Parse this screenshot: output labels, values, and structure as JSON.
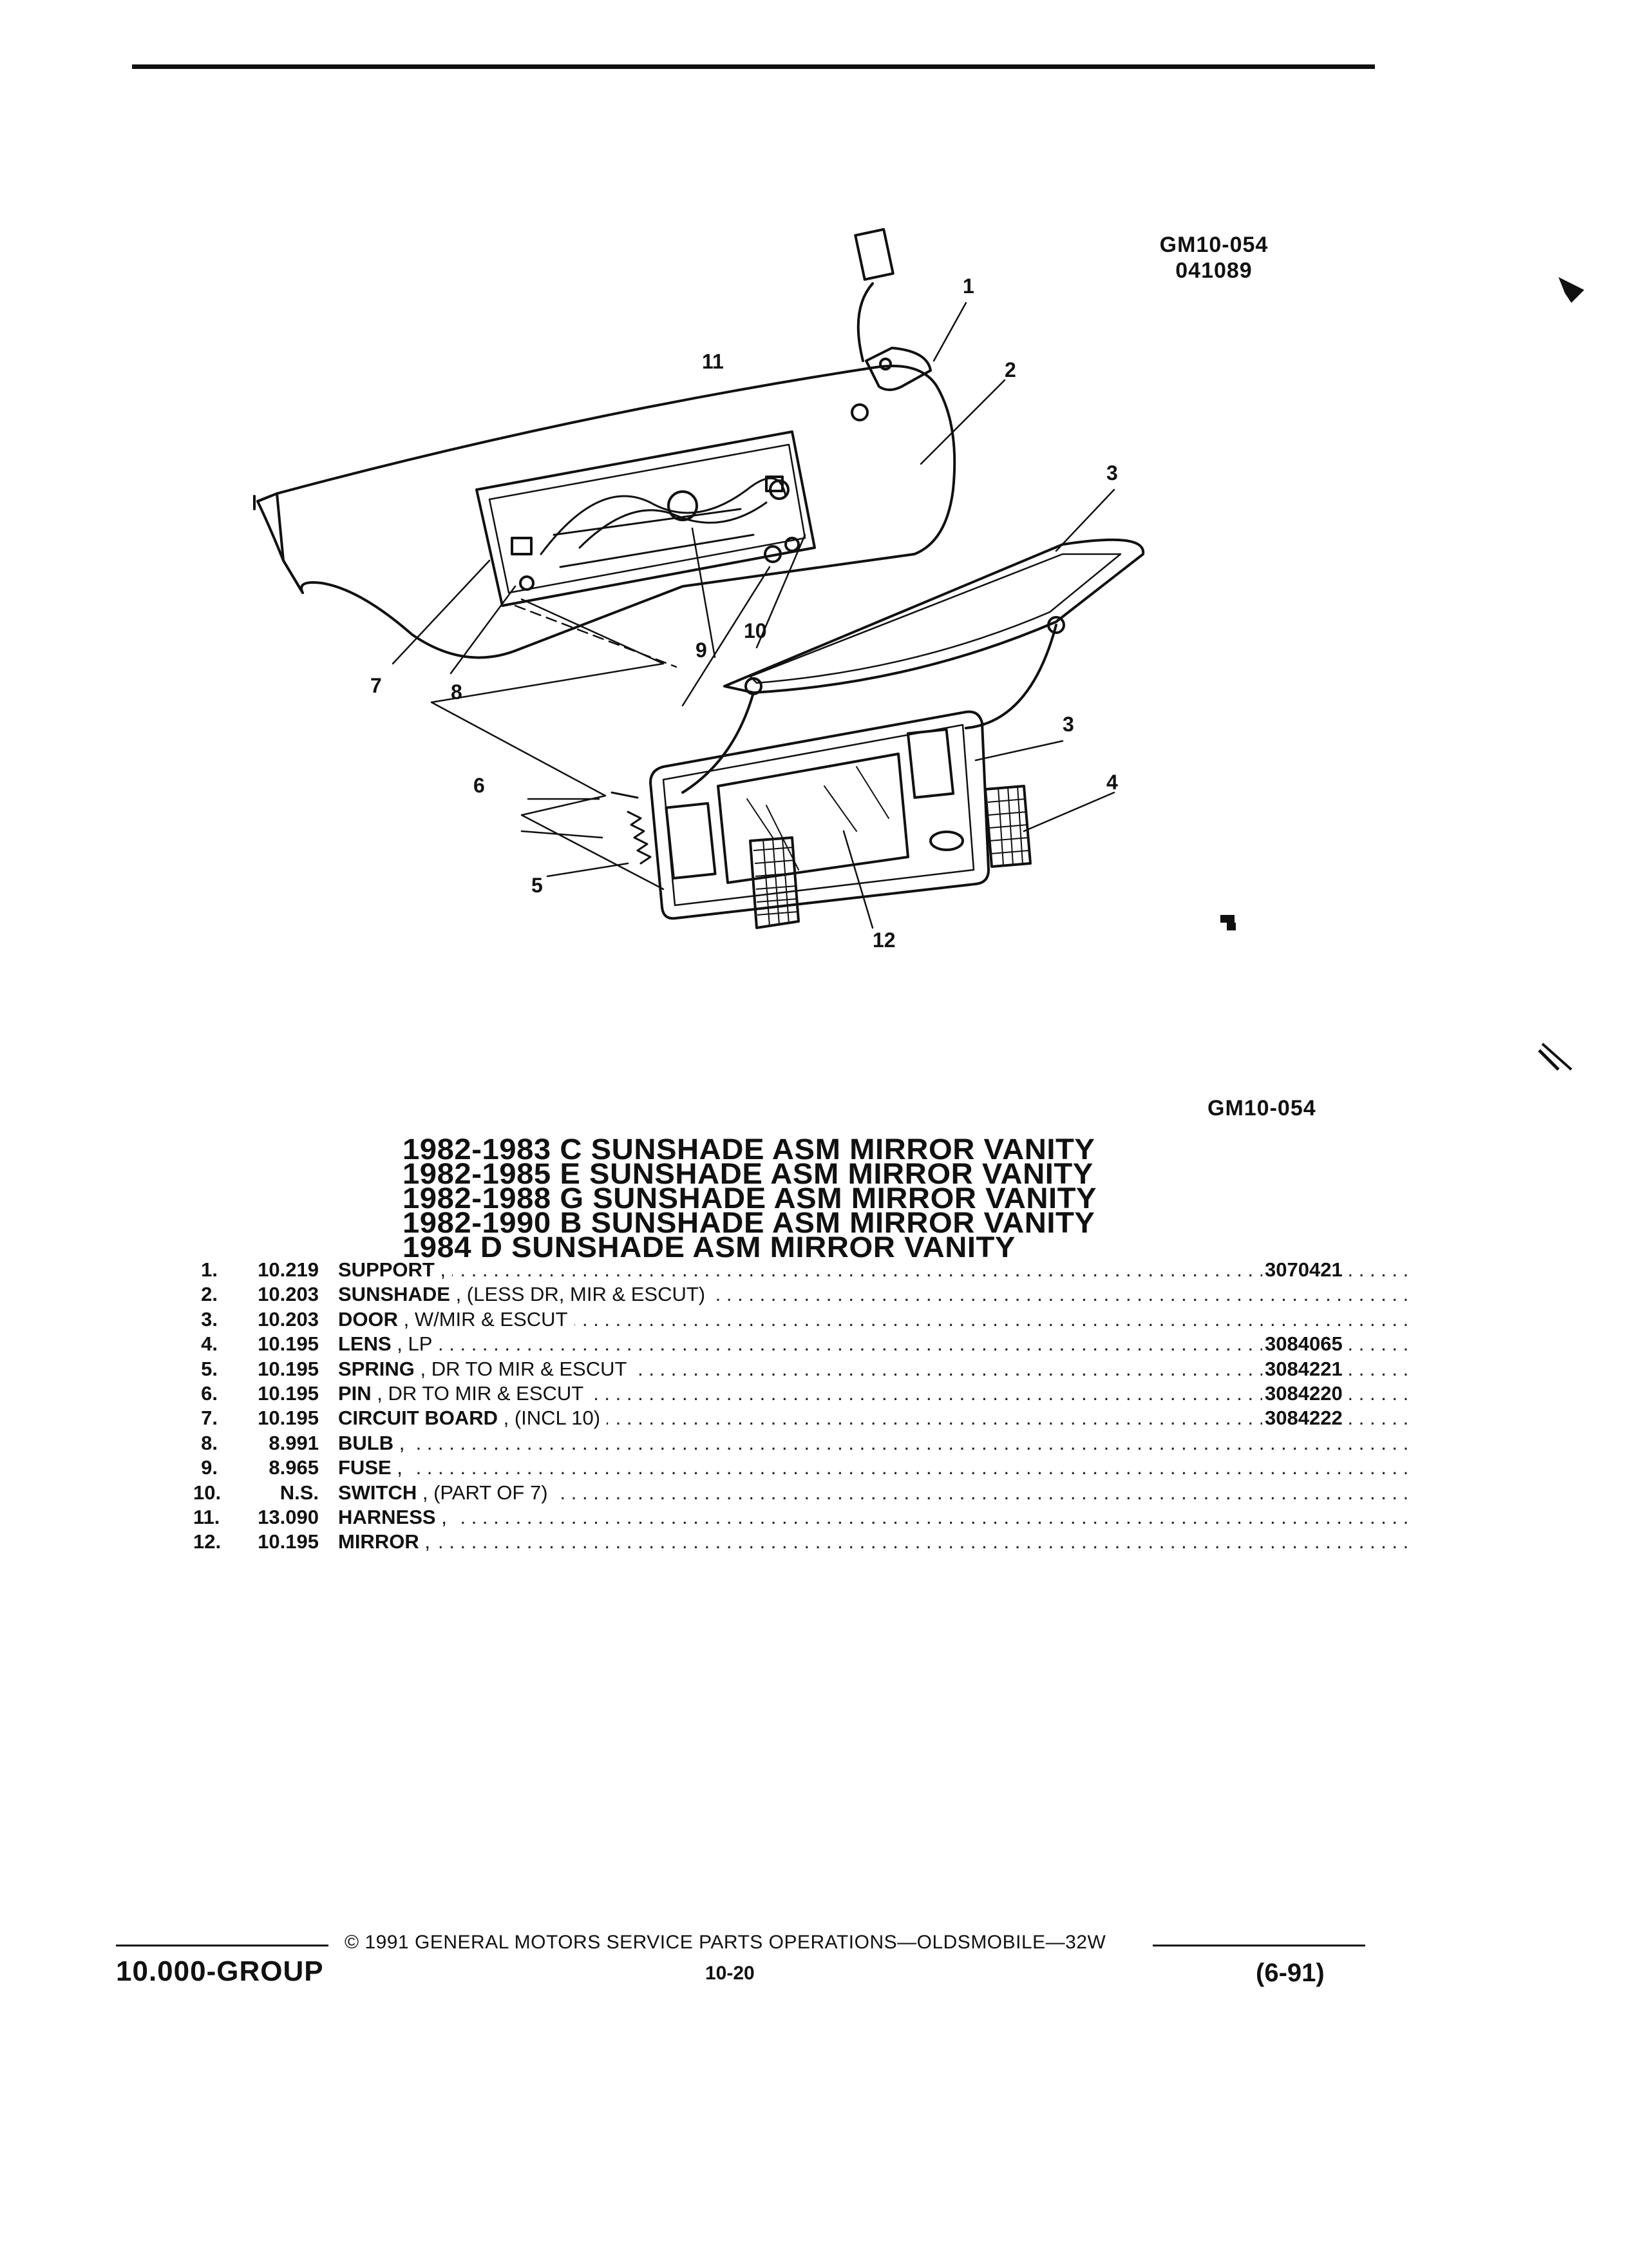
{
  "figure_code_top": "GM10-054",
  "figure_date": "041089",
  "figure_code_bottom": "GM10-054",
  "callouts": [
    "1",
    "2",
    "3",
    "3",
    "4",
    "5",
    "6",
    "7",
    "8",
    "9",
    "10",
    "11",
    "12"
  ],
  "title_lines": [
    "1982-1983 C SUNSHADE ASM MIRROR VANITY",
    "1982-1985 E SUNSHADE ASM MIRROR VANITY",
    "1982-1988 G SUNSHADE ASM MIRROR VANITY",
    "1982-1990 B SUNSHADE ASM MIRROR VANITY",
    "1984 D SUNSHADE ASM MIRROR VANITY"
  ],
  "parts": [
    {
      "num": "1.",
      "group": "10.219",
      "name": "SUPPORT",
      "desc": " ,",
      "part": "3070421"
    },
    {
      "num": "2.",
      "group": "10.203",
      "name": "SUNSHADE",
      "desc": " , (LESS DR, MIR & ESCUT)",
      "part": ""
    },
    {
      "num": "3.",
      "group": "10.203",
      "name": "DOOR",
      "desc": " , W/MIR & ESCUT",
      "part": ""
    },
    {
      "num": "4.",
      "group": "10.195",
      "name": "LENS",
      "desc": " , LP",
      "part": "3084065"
    },
    {
      "num": "5.",
      "group": "10.195",
      "name": "SPRING",
      "desc": " , DR TO MIR & ESCUT",
      "part": "3084221"
    },
    {
      "num": "6.",
      "group": "10.195",
      "name": "PIN",
      "desc": " , DR TO MIR & ESCUT",
      "part": "3084220"
    },
    {
      "num": "7.",
      "group": "10.195",
      "name": "CIRCUIT BOARD",
      "desc": " , (INCL 10)",
      "part": "3084222"
    },
    {
      "num": "8.",
      "group": "8.991",
      "name": "BULB",
      "desc": " ,",
      "part": ""
    },
    {
      "num": "9.",
      "group": "8.965",
      "name": "FUSE",
      "desc": " ,",
      "part": ""
    },
    {
      "num": "10.",
      "group": "N.S.",
      "name": "SWITCH",
      "desc": " , (PART OF 7)",
      "part": ""
    },
    {
      "num": "11.",
      "group": "13.090",
      "name": "HARNESS",
      "desc": " ,",
      "part": ""
    },
    {
      "num": "12.",
      "group": "10.195",
      "name": "MIRROR",
      "desc": " ,",
      "part": ""
    }
  ],
  "footer": {
    "group": "10.000-GROUP",
    "copyright": "© 1991 GENERAL MOTORS SERVICE PARTS OPERATIONS—OLDSMOBILE—32W",
    "page": "10-20",
    "revision": "(6-91)"
  }
}
